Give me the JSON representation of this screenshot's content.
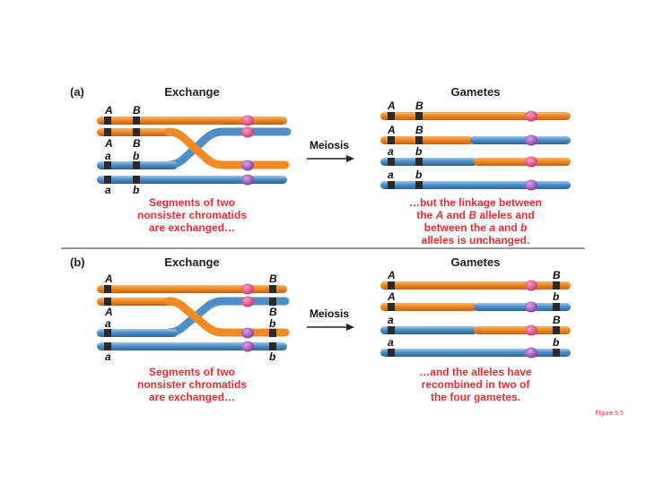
{
  "colors": {
    "orange": "#f08a24",
    "orange_dark": "#c8621a",
    "blue": "#4f8fc6",
    "blue_dark": "#2f6a9c",
    "band": "#2a2a2a",
    "centromere_pink": "#e0407a",
    "centromere_purple": "#9a4bb0",
    "caption_red": "#e53033"
  },
  "panel_a": {
    "label": "(a)",
    "exchange_heading": "Exchange",
    "gametes_heading": "Gametes",
    "meiosis_label": "Meiosis",
    "left_alleles": [
      {
        "a1": "A",
        "a2": "B"
      },
      {
        "a1": "A",
        "a2": "B"
      },
      {
        "a1": "a",
        "a2": "b"
      },
      {
        "a1": "a",
        "a2": "b"
      }
    ],
    "gamete_alleles": [
      {
        "a1": "A",
        "a2": "B"
      },
      {
        "a1": "A",
        "a2": "B"
      },
      {
        "a1": "a",
        "a2": "b"
      },
      {
        "a1": "a",
        "a2": "b"
      }
    ],
    "caption_left": [
      "Segments of two",
      "nonsister chromatids",
      "are exchanged…"
    ],
    "caption_right": {
      "line1": "…but the linkage between",
      "line2_pre": "the ",
      "line2_i1": "A",
      "line2_mid": " and ",
      "line2_i2": "B",
      "line2_post": " alleles and",
      "line3_pre": "between the ",
      "line3_i1": "a",
      "line3_mid": " and ",
      "line3_i2": "b",
      "line4": "alleles is unchanged."
    }
  },
  "panel_b": {
    "label": "(b)",
    "exchange_heading": "Exchange",
    "gametes_heading": "Gametes",
    "meiosis_label": "Meiosis",
    "left_alleles": [
      {
        "a1": "A",
        "a2": "B"
      },
      {
        "a1": "A",
        "a2": "B"
      },
      {
        "a1": "a",
        "a2": "b"
      },
      {
        "a1": "a",
        "a2": "b"
      }
    ],
    "gamete_alleles": [
      {
        "a1": "A",
        "a2": "B"
      },
      {
        "a1": "A",
        "a2": "b"
      },
      {
        "a1": "a",
        "a2": "B"
      },
      {
        "a1": "a",
        "a2": "b"
      }
    ],
    "caption_left": [
      "Segments of two",
      "nonsister chromatids",
      "are exchanged…"
    ],
    "caption_right": [
      "…and the alleles have",
      "recombined in two of",
      "the four gametes."
    ]
  },
  "figure_label": "Figure 5.5"
}
